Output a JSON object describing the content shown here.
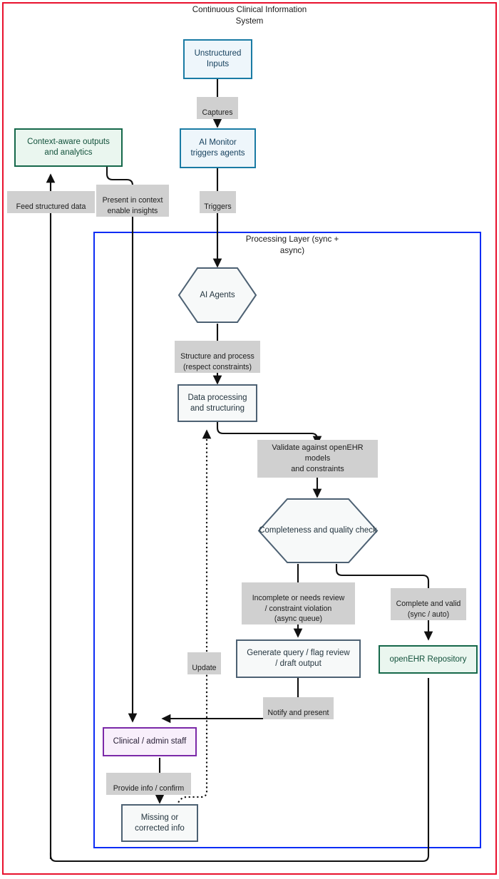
{
  "diagram": {
    "type": "flowchart",
    "containers": [
      {
        "id": "outer",
        "title": "Continuous Clinical Information\nSystem",
        "border_color": "#e8112d"
      },
      {
        "id": "processing",
        "title": "Processing Layer (sync +\nasync)",
        "border_color": "#0b2cf5"
      }
    ],
    "nodes": [
      {
        "id": "unstructured_inputs",
        "label": "Unstructured\nInputs",
        "shape": "rect",
        "style": "blue"
      },
      {
        "id": "ai_monitor",
        "label": "AI Monitor\ntriggers agents",
        "shape": "rect",
        "style": "blue"
      },
      {
        "id": "context_outputs",
        "label": "Context-aware outputs\nand analytics",
        "shape": "rect",
        "style": "green"
      },
      {
        "id": "ai_agents",
        "label": "AI Agents",
        "shape": "hexagon",
        "style": "grey"
      },
      {
        "id": "data_processing",
        "label": "Data processing\nand structuring",
        "shape": "rect",
        "style": "grey"
      },
      {
        "id": "validate",
        "label": "Validate against openEHR\nmodels\nand constraints",
        "shape": "label-box",
        "style": "grey-fill"
      },
      {
        "id": "completeness",
        "label": "Completeness and\nquality check",
        "shape": "hexagon",
        "style": "grey"
      },
      {
        "id": "generate_query",
        "label": "Generate query / flag review\n/ draft output",
        "shape": "rect",
        "style": "grey"
      },
      {
        "id": "openehr_repo",
        "label": "openEHR Repository",
        "shape": "rect",
        "style": "green"
      },
      {
        "id": "clinical_staff",
        "label": "Clinical / admin staff",
        "shape": "rect",
        "style": "purple"
      },
      {
        "id": "missing_info",
        "label": "Missing or\ncorrected info",
        "shape": "rect",
        "style": "grey"
      }
    ],
    "edge_labels": [
      {
        "id": "captures",
        "label": "Captures"
      },
      {
        "id": "triggers",
        "label": "Triggers"
      },
      {
        "id": "feed_structured_data",
        "label": "Feed structured data"
      },
      {
        "id": "present_in_context",
        "label": "Present in context\nenable insights"
      },
      {
        "id": "structure_and_process",
        "label": "Structure and process\n(respect constraints)"
      },
      {
        "id": "incomplete",
        "label": "Incomplete or needs review\n/ constraint violation\n(async queue)"
      },
      {
        "id": "complete_and_valid",
        "label": "Complete and valid\n(sync / auto)"
      },
      {
        "id": "notify_and_present",
        "label": "Notify and present"
      },
      {
        "id": "provide_info",
        "label": "Provide info / confirm"
      },
      {
        "id": "update",
        "label": "Update"
      }
    ],
    "colors": {
      "outer_border": "#e8112d",
      "inner_border": "#0b2cf5",
      "blue_node_border": "#1a7ba4",
      "blue_node_fill": "#eef6fb",
      "green_node_border": "#15684a",
      "green_node_fill": "#eaf6ef",
      "grey_node_border": "#4d6173",
      "grey_node_fill": "#f7f9f9",
      "purple_node_border": "#7b29a8",
      "purple_node_fill": "#f8effb",
      "edge_label_fill": "#d0d0d0",
      "connector": "#111111"
    }
  }
}
